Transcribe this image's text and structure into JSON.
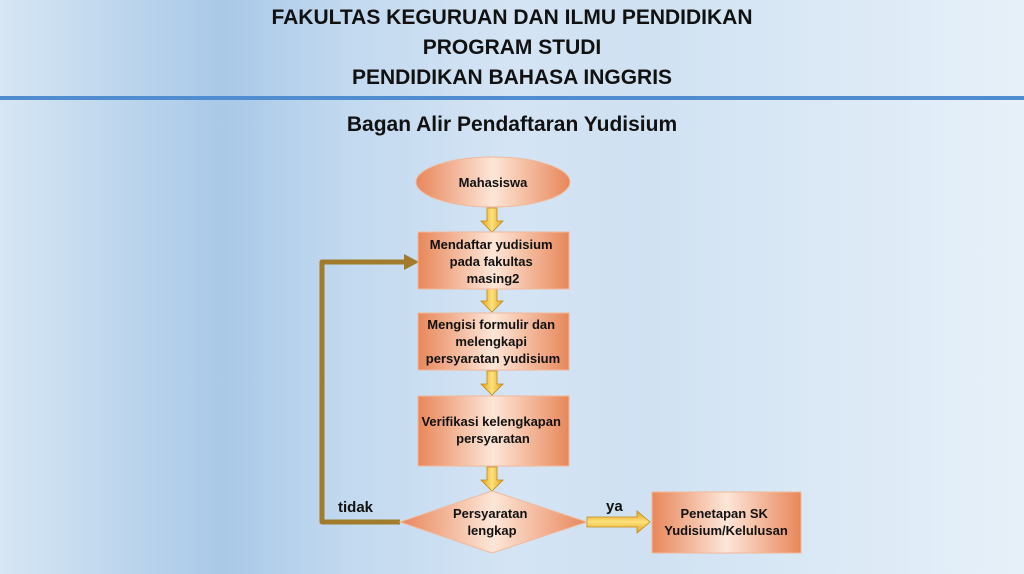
{
  "header": {
    "line1": "FAKULTAS KEGURUAN DAN ILMU PENDIDIKAN",
    "line2": "PROGRAM STUDI",
    "line3": "PENDIDIKAN BAHASA INGGRIS"
  },
  "diagram": {
    "title": "Bagan Alir  Pendaftaran Yudisium",
    "nodes": {
      "start": [
        "Mahasiswa"
      ],
      "register": [
        "Mendaftar yudisium",
        "pada fakultas",
        "masing2"
      ],
      "form": [
        "Mengisi formulir dan",
        "melengkapi",
        "persyaratan yudisium"
      ],
      "verify": [
        "Verifikasi kelengkapan",
        "persyaratan"
      ],
      "decision": [
        "Persyaratan",
        "lengkap"
      ],
      "result": [
        "Penetapan SK",
        "Yudisium/Kelulusan"
      ]
    },
    "edges": {
      "yes_label": "ya",
      "no_label": "tidak"
    }
  },
  "colors": {
    "box_edge": "#e8875a",
    "box_center": "#fde6d8",
    "arrow_fill": "#f4c430",
    "loop_line": "#a07c2c",
    "divider": "#4f8cd0"
  }
}
